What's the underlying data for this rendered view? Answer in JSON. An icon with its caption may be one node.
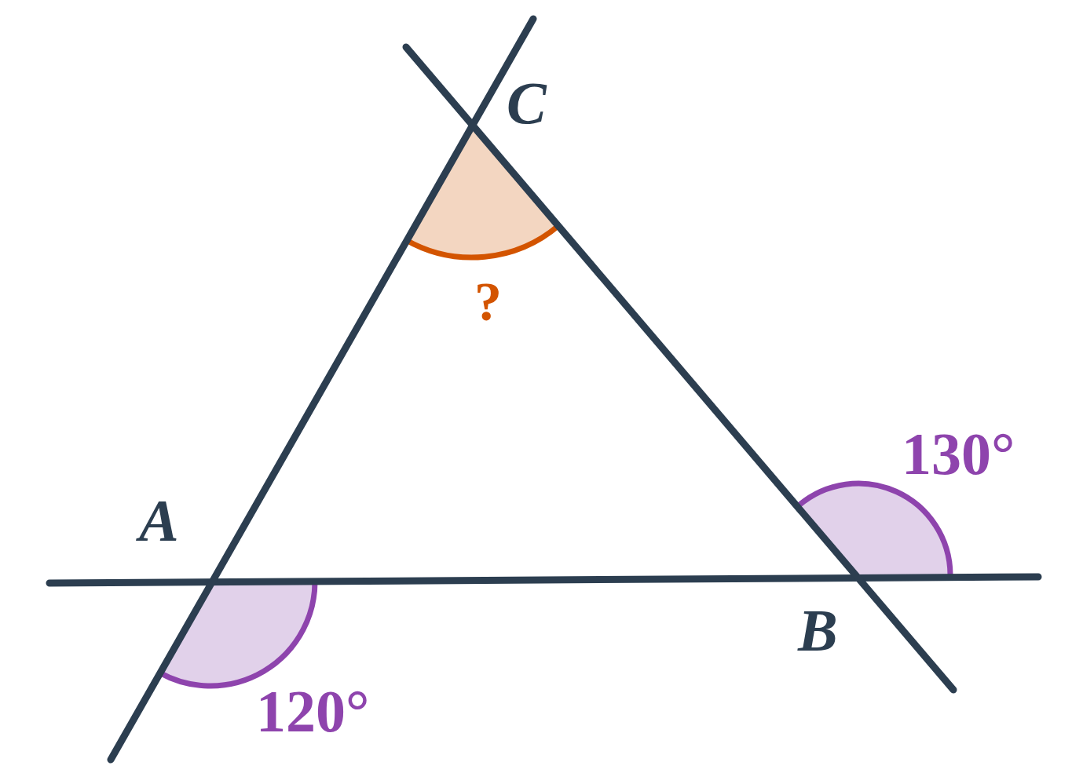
{
  "diagram": {
    "labels": [
      "C",
      "?",
      "A",
      "130°",
      "B",
      "120°"
    ]
  }
}
